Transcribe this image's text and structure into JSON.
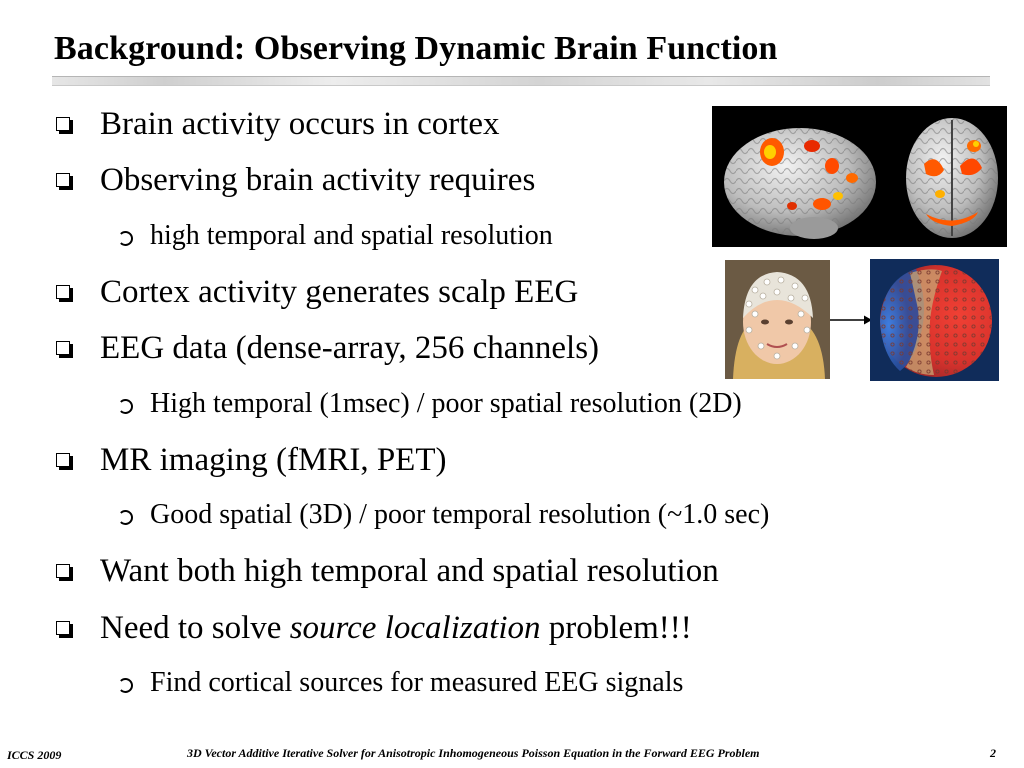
{
  "slide": {
    "title": "Background: Observing Dynamic Brain Function",
    "bullets": [
      {
        "text": "Brain activity occurs in cortex"
      },
      {
        "text": "Observing brain activity requires"
      },
      {
        "text": "high temporal and spatial resolution"
      },
      {
        "text": "Cortex activity generates scalp EEG"
      },
      {
        "text": "EEG data (dense-array, 256 channels)"
      },
      {
        "text": "High temporal (1msec) / poor spatial resolution (2D)"
      },
      {
        "text": "MR imaging (fMRI, PET)"
      },
      {
        "text": "Good spatial (3D) / poor temporal resolution (~1.0 sec)"
      },
      {
        "text": "Want both high temporal and spatial resolution"
      },
      {
        "text_before": "Need to solve ",
        "text_emphasis": "source localization",
        "text_after": " problem!!!"
      },
      {
        "text": "Find cortical sources for measured EEG signals"
      }
    ]
  },
  "images": {
    "brain_fmri": "fmri-brain-activation-image",
    "eeg_cap": "eeg-sensor-net-photo",
    "scalp_map": "scalp-potential-map-image",
    "arrow": "arrow-right-icon"
  },
  "footer": {
    "conference": "ICCS 2009",
    "paper_title": "3D Vector Additive Iterative Solver for Anisotropic Inhomogeneous Poisson Equation in the Forward EEG Problem",
    "page_number": "2"
  },
  "colors": {
    "text": "#000000",
    "activation": "#ff5a00",
    "scalp_red": "#e0342a",
    "scalp_blue": "#3f6fc8"
  }
}
